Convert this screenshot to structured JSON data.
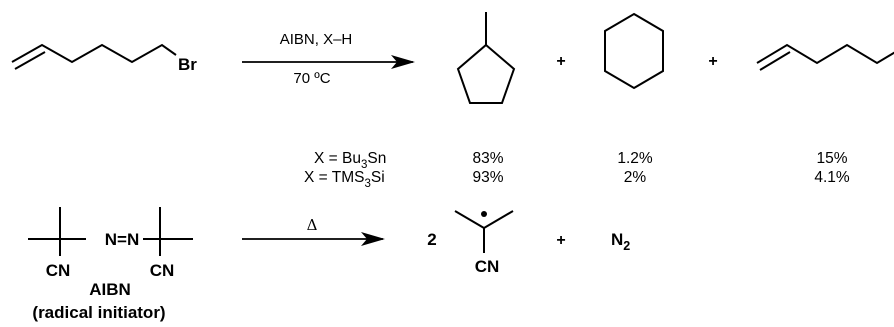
{
  "reaction": {
    "reactant_atom": "Br",
    "conditions_top": "AIBN, X–H",
    "conditions_bottom": "70 ºC",
    "plus": "+"
  },
  "yields": {
    "rows": [
      {
        "label_prefix": "X = Bu",
        "label_sub": "3",
        "label_suffix": "Sn",
        "methylcyclopentane": "83%",
        "cyclohexane": "1.2%",
        "hexene": "15%"
      },
      {
        "label_prefix": "X = TMS",
        "label_sub": "3",
        "label_suffix": "Si",
        "methylcyclopentane": "93%",
        "cyclohexane": "2%",
        "hexene": "4.1%"
      }
    ]
  },
  "initiation": {
    "azo": "N=N",
    "cn": "CN",
    "initiator_name": "AIBN",
    "initiator_role": "(radical initiator)",
    "arrow_label": "Δ",
    "coefficient": "2",
    "radical_cn": "CN",
    "plus": "+",
    "n2_main": "N",
    "n2_sub": "2"
  }
}
